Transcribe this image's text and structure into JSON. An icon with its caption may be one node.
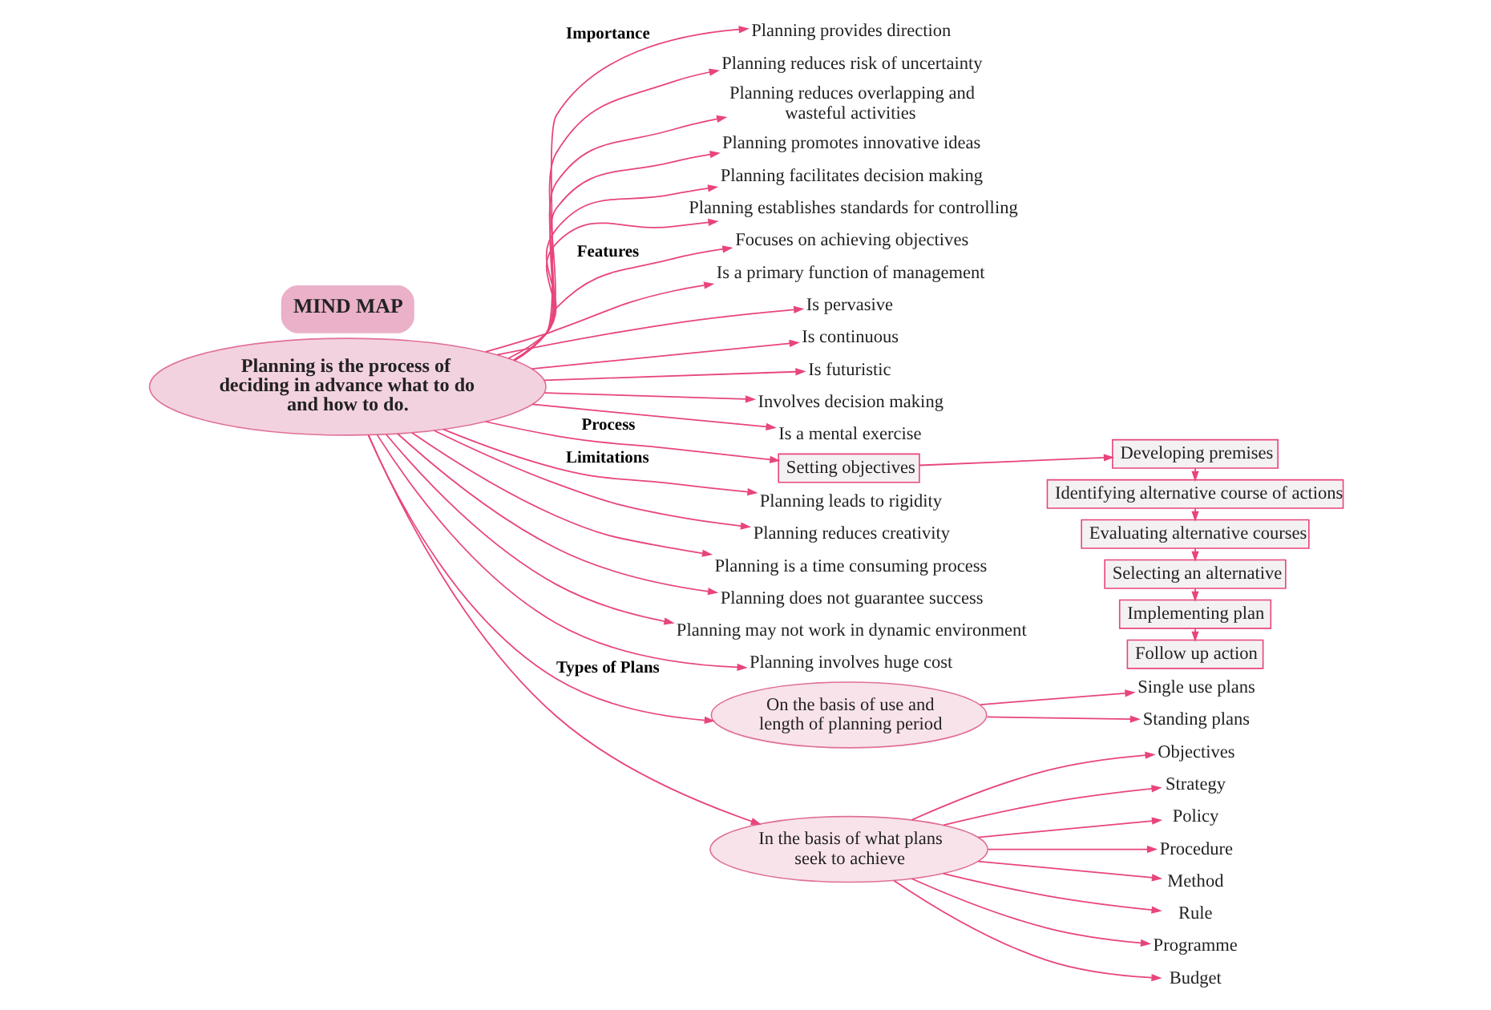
{
  "diagram": {
    "nodes": [
      {
        "text": [
          "Planning is the process of deciding in advance what to do and how to do."
        ]
      },
      {
        "text": [
          "Planning provides direction"
        ]
      },
      {
        "text": [
          "Planning reduces risk of uncertainty"
        ]
      },
      {
        "text": [
          "Planning reduces overlapping and wasteful activities"
        ]
      },
      {
        "text": [
          "Planning promotes innovative ideas"
        ]
      },
      {
        "text": [
          "Planning facilitates decision making"
        ]
      },
      {
        "text": [
          "Planning establishes standards for controlling"
        ]
      },
      {
        "text": [
          "Focuses on achieving objectives"
        ]
      },
      {
        "text": [
          "Is a primary function of management"
        ]
      },
      {
        "text": [
          "Is pervasive"
        ]
      },
      {
        "text": [
          "Is continuous"
        ]
      },
      {
        "text": [
          "Is futuristic"
        ]
      },
      {
        "text": [
          "Involves decision making"
        ]
      },
      {
        "text": [
          "Is a mental exercise"
        ]
      },
      {
        "text": [
          "Setting objectives"
        ]
      },
      {
        "text": [
          "Developing premises"
        ]
      },
      {
        "text": [
          "Identifying alternative course of actions"
        ]
      },
      {
        "text": [
          "Evaluating alternative courses"
        ]
      },
      {
        "text": [
          "Selecting an alternative"
        ]
      },
      {
        "text": [
          "Implementing plan"
        ]
      },
      {
        "text": [
          "Follow up action"
        ]
      },
      {
        "text": [
          "Planning leads to rigidity"
        ]
      },
      {
        "text": [
          "Planning reduces creativity"
        ]
      },
      {
        "text": [
          "Planning is a time consuming process"
        ]
      },
      {
        "text": [
          "Planning does not guarantee success"
        ]
      },
      {
        "text": [
          "Planning may not work in dynamic environment"
        ]
      },
      {
        "text": [
          "Planning involves huge cost"
        ]
      },
      {
        "text": [
          "On the basis of use and length of planning period"
        ]
      },
      {
        "text": [
          "In the basis of what plans seek to achieve"
        ]
      },
      {
        "text": [
          "Single use plans"
        ]
      },
      {
        "text": [
          "Standing plans"
        ]
      },
      {
        "text": [
          "Objectives"
        ]
      },
      {
        "text": [
          "Strategy"
        ]
      },
      {
        "text": [
          "Policy"
        ]
      },
      {
        "text": [
          "Procedure"
        ]
      },
      {
        "text": [
          "Method"
        ]
      },
      {
        "text": [
          "Rule"
        ]
      },
      {
        "text": [
          "Programme"
        ]
      },
      {
        "text": [
          "Budget"
        ]
      },
      {
        "text": [
          "MIND MAP"
        ]
      }
    ],
    "edges": [
      {
        "from": 0,
        "to": 1,
        "arrow": "to",
        "label": "Importance"
      },
      {
        "from": 0,
        "to": 2,
        "arrow": "to"
      },
      {
        "from": 0,
        "to": 3,
        "arrow": "to"
      },
      {
        "from": 0,
        "to": 4,
        "arrow": "to"
      },
      {
        "from": 0,
        "to": 5,
        "arrow": "to"
      },
      {
        "from": 0,
        "to": 6,
        "arrow": "to"
      },
      {
        "from": 0,
        "to": 7,
        "arrow": "to",
        "label": "Features"
      },
      {
        "from": 0,
        "to": 8,
        "arrow": "to"
      },
      {
        "from": 0,
        "to": 9,
        "arrow": "to"
      },
      {
        "from": 0,
        "to": 10,
        "arrow": "to"
      },
      {
        "from": 0,
        "to": 11,
        "arrow": "to"
      },
      {
        "from": 0,
        "to": 12,
        "arrow": "to"
      },
      {
        "from": 0,
        "to": 13,
        "arrow": "to"
      },
      {
        "from": 0,
        "to": 14,
        "arrow": "to",
        "label": "Process"
      },
      {
        "from": 14,
        "to": 15,
        "arrow": "to"
      },
      {
        "from": 15,
        "to": 16,
        "arrow": "to"
      },
      {
        "from": 16,
        "to": 17,
        "arrow": "to"
      },
      {
        "from": 17,
        "to": 18,
        "arrow": "to"
      },
      {
        "from": 18,
        "to": 19,
        "arrow": "to"
      },
      {
        "from": 19,
        "to": 20,
        "arrow": "to"
      },
      {
        "from": 0,
        "to": 21,
        "arrow": "to",
        "label": "Limitations"
      },
      {
        "from": 0,
        "to": 22,
        "arrow": "to"
      },
      {
        "from": 0,
        "to": 23,
        "arrow": "to"
      },
      {
        "from": 0,
        "to": 24,
        "arrow": "to"
      },
      {
        "from": 0,
        "to": 25,
        "arrow": "to"
      },
      {
        "from": 0,
        "to": 26,
        "arrow": "to"
      },
      {
        "from": 0,
        "to": 27,
        "arrow": "to",
        "label": "Types of Plans"
      },
      {
        "from": 0,
        "to": 28,
        "arrow": "to"
      },
      {
        "from": 27,
        "to": 29,
        "arrow": "to"
      },
      {
        "from": 27,
        "to": 30,
        "arrow": "to"
      },
      {
        "from": 28,
        "to": 31,
        "arrow": "to"
      },
      {
        "from": 28,
        "to": 32,
        "arrow": "to"
      },
      {
        "from": 28,
        "to": 33,
        "arrow": "to"
      },
      {
        "from": 28,
        "to": 34,
        "arrow": "to"
      },
      {
        "from": 28,
        "to": 35,
        "arrow": "to"
      },
      {
        "from": 28,
        "to": 36,
        "arrow": "to"
      },
      {
        "from": 28,
        "to": 37,
        "arrow": "to"
      },
      {
        "from": 28,
        "to": 38,
        "arrow": "to"
      }
    ]
  }
}
